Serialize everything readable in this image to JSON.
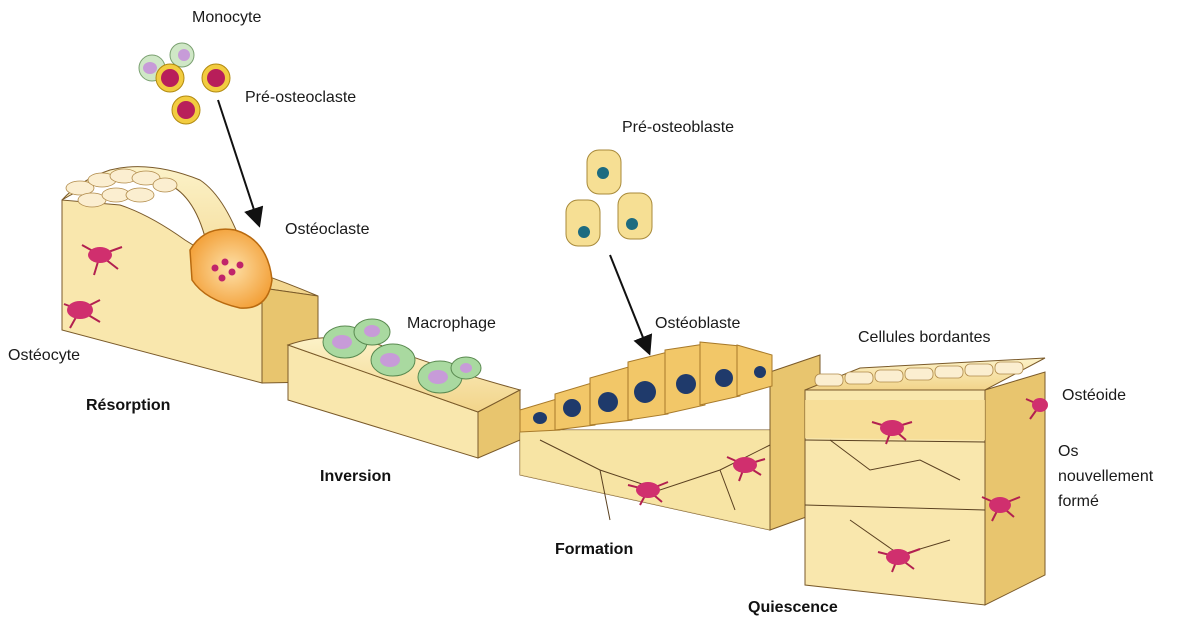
{
  "labels": {
    "monocyte": "Monocyte",
    "pre_osteoclast": "Pré-osteoclaste",
    "osteoclast": "Ostéoclaste",
    "osteocyte": "Ostéocyte",
    "macrophage": "Macrophage",
    "pre_osteoblast": "Pré-osteoblaste",
    "osteoblast": "Ostéoblaste",
    "lining_cells": "Cellules bordantes",
    "osteoid": "Ostéoide",
    "new_bone_1": "Os",
    "new_bone_2": "nouvellement",
    "new_bone_3": "formé"
  },
  "stages": {
    "resorption": "Résorption",
    "inversion": "Inversion",
    "formation": "Formation",
    "quiescence": "Quiescence"
  },
  "colors": {
    "bone_light": "#fbeebf",
    "bone_mid": "#f3d98f",
    "bone_side": "#e8c56e",
    "osteocyte": "#d02f6e",
    "osteoclast": "#f5a640",
    "macrophage": "#a9d9a0",
    "osteoblast": "#f2c768",
    "nucleus_blue": "#1f3a6b",
    "pre_osteoblast_nucleus": "#1d6b80"
  }
}
